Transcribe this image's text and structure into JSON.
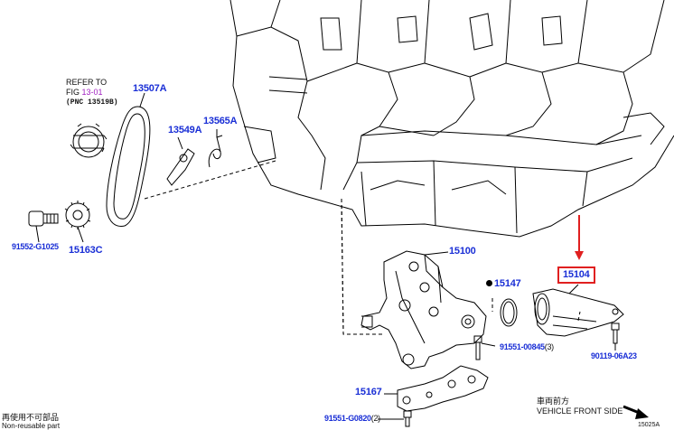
{
  "refer": {
    "line1": "REFER TO",
    "line2_prefix": "FIG ",
    "line2_fig": "13-01",
    "line3": "(PNC 13519B)"
  },
  "parts": {
    "p13507A": "13507A",
    "p13549A": "13549A",
    "p13565A": "13565A",
    "p91552": "91552-G1025",
    "p15163C": "15163C",
    "p15100": "15100",
    "p15147": "15147",
    "p15104": "15104",
    "p91551a": "91551-00845",
    "p91551a_qty": "(3)",
    "p90119": "90119-06A23",
    "p15167": "15167",
    "p91551b": "91551-G0820",
    "p91551b_qty": "(2)"
  },
  "notes": {
    "nonreuse_jp": "再使用不可部品",
    "nonreuse_en": "Non-reusable part",
    "front_jp": "車両前方",
    "front_en": "VEHICLE FRONT SIDE",
    "code": "15025A"
  },
  "colors": {
    "part_number": "#1a2fd6",
    "highlight": "#e02020",
    "fig_ref": "#a020c0"
  }
}
